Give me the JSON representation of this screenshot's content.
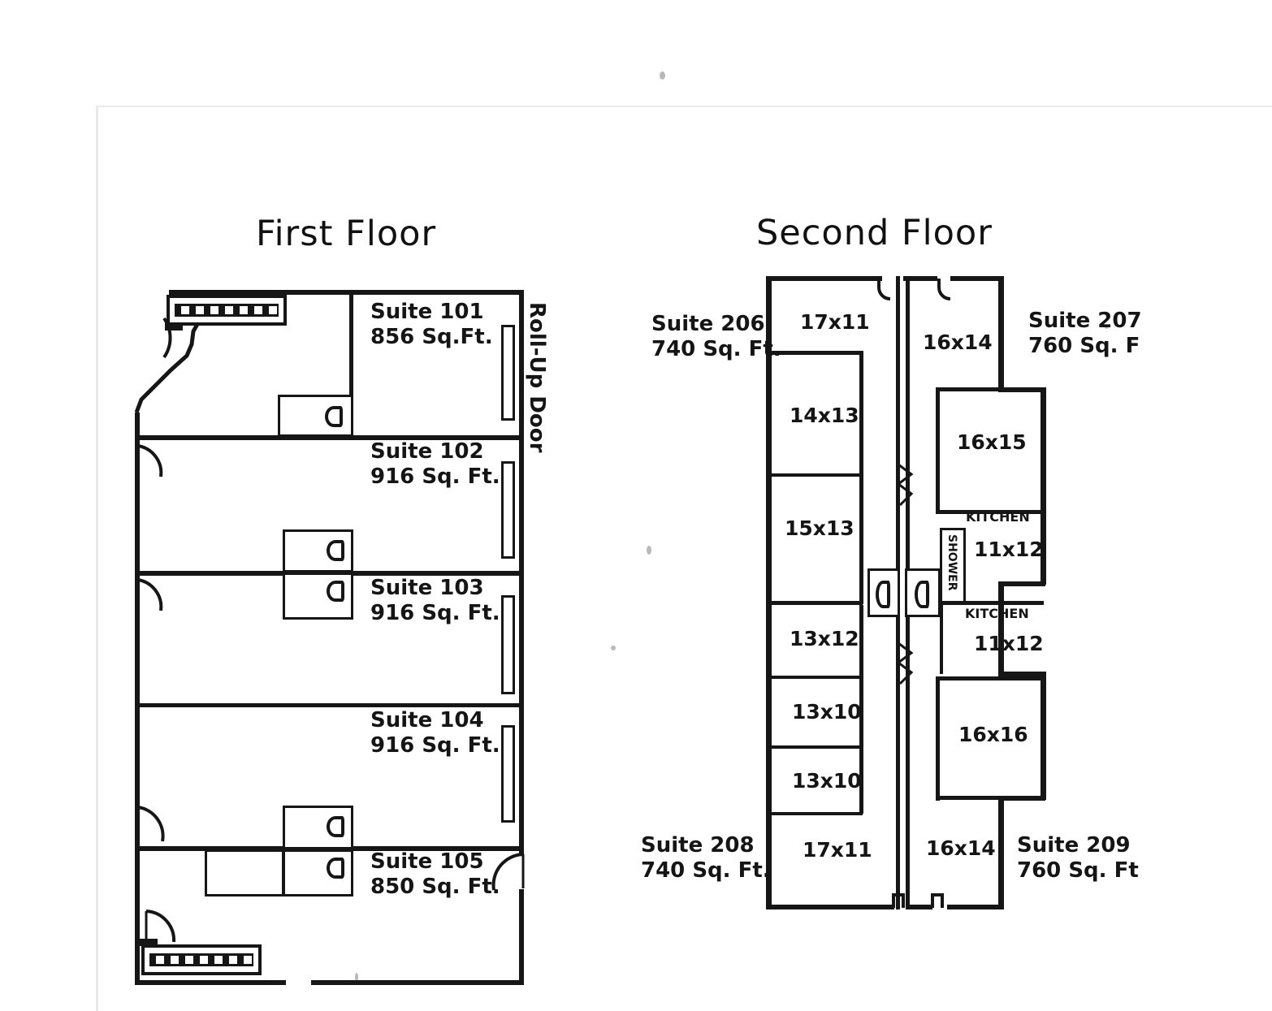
{
  "document": {
    "type": "floor-plan",
    "sheet_background": "#ffffff",
    "ink_color": "#161616"
  },
  "floors": [
    {
      "id": "first-floor",
      "title": "First Floor",
      "suites": [
        {
          "id": "suite-101",
          "name": "Suite 101",
          "area": "856 Sq.Ft."
        },
        {
          "id": "suite-102",
          "name": "Suite 102",
          "area": "916 Sq. Ft."
        },
        {
          "id": "suite-103",
          "name": "Suite 103",
          "area": "916 Sq. Ft."
        },
        {
          "id": "suite-104",
          "name": "Suite 104",
          "area": "916 Sq. Ft."
        },
        {
          "id": "suite-105",
          "name": "Suite 105",
          "area": "850 Sq. Ft."
        }
      ],
      "annotations": [
        {
          "id": "roll-up-door",
          "text": "Roll-Up Door",
          "orientation": "vertical"
        }
      ]
    },
    {
      "id": "second-floor",
      "title": "Second Floor",
      "suites": [
        {
          "id": "suite-206",
          "name": "Suite 206",
          "area": "740 Sq. Ft."
        },
        {
          "id": "suite-207",
          "name": "Suite 207",
          "area": "760 Sq. F"
        },
        {
          "id": "suite-208",
          "name": "Suite 208",
          "area": "740 Sq. Ft."
        },
        {
          "id": "suite-209",
          "name": "Suite 209",
          "area": "760 Sq. Ft"
        }
      ],
      "rooms": [
        {
          "id": "room-206-a",
          "dim": "17x11",
          "suite": "suite-206"
        },
        {
          "id": "room-206-b",
          "dim": "14x13",
          "suite": "suite-206"
        },
        {
          "id": "room-206-c",
          "dim": "15x13",
          "suite": "suite-206"
        },
        {
          "id": "room-207-a",
          "dim": "16x14",
          "suite": "suite-207"
        },
        {
          "id": "room-207-b",
          "dim": "16x15",
          "suite": "suite-207"
        },
        {
          "id": "room-207-kitchen",
          "dim": "11x12",
          "label": "KITCHEN",
          "suite": "suite-207"
        },
        {
          "id": "room-209-kitchen",
          "dim": "11x12",
          "label": "KITCHEN",
          "suite": "suite-209"
        },
        {
          "id": "room-209-a",
          "dim": "16x16",
          "suite": "suite-209"
        },
        {
          "id": "room-209-b",
          "dim": "16x14",
          "suite": "suite-209"
        },
        {
          "id": "room-208-a",
          "dim": "13x12",
          "suite": "suite-208"
        },
        {
          "id": "room-208-b",
          "dim": "13x10",
          "suite": "suite-208"
        },
        {
          "id": "room-208-c",
          "dim": "13x10",
          "suite": "suite-208"
        },
        {
          "id": "room-208-d",
          "dim": "17x11",
          "suite": "suite-208"
        }
      ],
      "annotations": [
        {
          "id": "shower",
          "text": "SHOWER",
          "orientation": "vertical"
        }
      ]
    }
  ]
}
